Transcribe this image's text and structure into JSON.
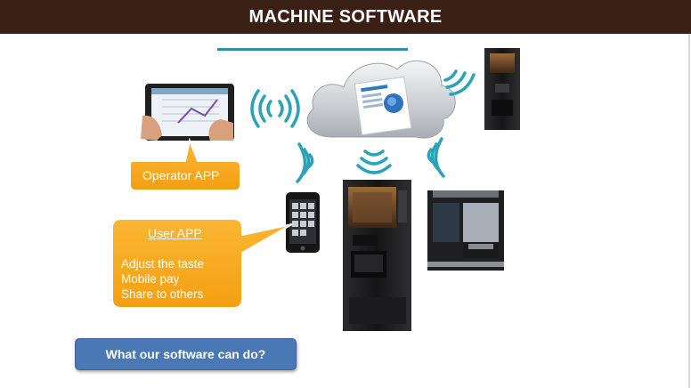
{
  "header": {
    "title": "MACHINE SOFTWARE"
  },
  "operator_app": {
    "label": "Operator APP"
  },
  "user_app": {
    "title": "User APP",
    "features": [
      "Adjust the taste",
      "Mobile pay",
      "Share to others"
    ]
  },
  "cta": {
    "label": "What our software can do?"
  },
  "colors": {
    "header_bg": "#3a1f14",
    "callout_orange": "#f7a821",
    "button_blue": "#4a78b5",
    "signal_teal": "#2aa3b7"
  }
}
